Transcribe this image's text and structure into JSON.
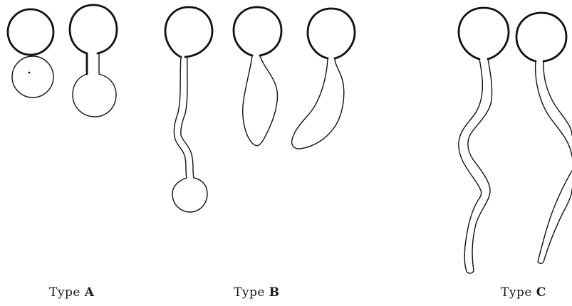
{
  "captions": {
    "type_a": {
      "prefix": "Type",
      "letter": "A"
    },
    "type_b": {
      "prefix": "Type",
      "letter": "B"
    },
    "type_c": {
      "prefix": "Type",
      "letter": "C"
    }
  }
}
